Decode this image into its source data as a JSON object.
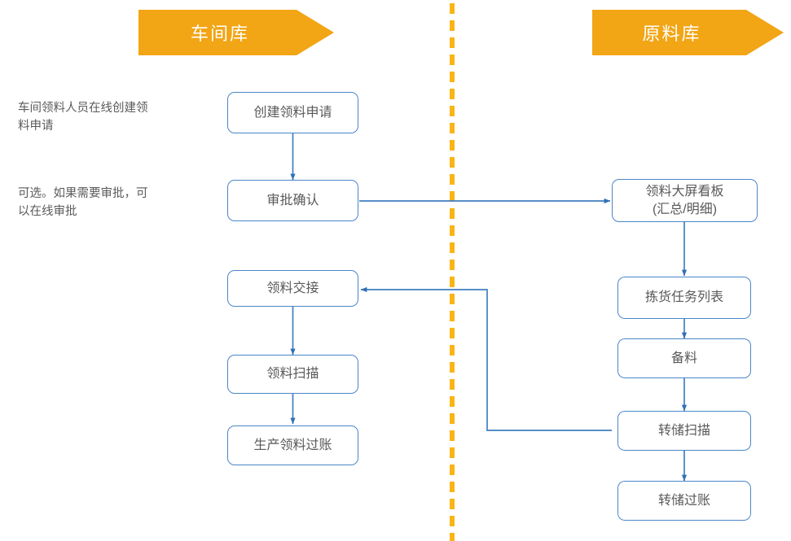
{
  "diagram": {
    "title_lanes": [
      {
        "id": "lane-workshop",
        "label": "车间库"
      },
      {
        "id": "lane-material",
        "label": "原料库"
      }
    ],
    "divider": {
      "name": "lane-divider",
      "color": "#F9B416"
    },
    "colors": {
      "banner_fill": "#F2A515",
      "banner_text": "#FFFFFF",
      "node_border": "#4a86c8",
      "node_text": "#595959",
      "connector": "#3f7fc1",
      "note_text": "#5A5A5A"
    },
    "notes": [
      {
        "id": "note-create",
        "text": "车间领料人员在线创建领\n料申请"
      },
      {
        "id": "note-approve",
        "text": "可选。如果需要审批，可\n以在线审批"
      }
    ],
    "nodes": {
      "create_request": "创建领料申请",
      "approval_confirm": "审批确认",
      "material_handover": "领料交接",
      "material_scan": "领料扫描",
      "production_posting": "生产领料过账",
      "dashboard": "领料大屏看板\n(汇总/明细)",
      "picking_task_list": "拣货任务列表",
      "prepare_material": "备料",
      "transfer_scan": "转储扫描",
      "transfer_posting": "转储过账"
    }
  }
}
